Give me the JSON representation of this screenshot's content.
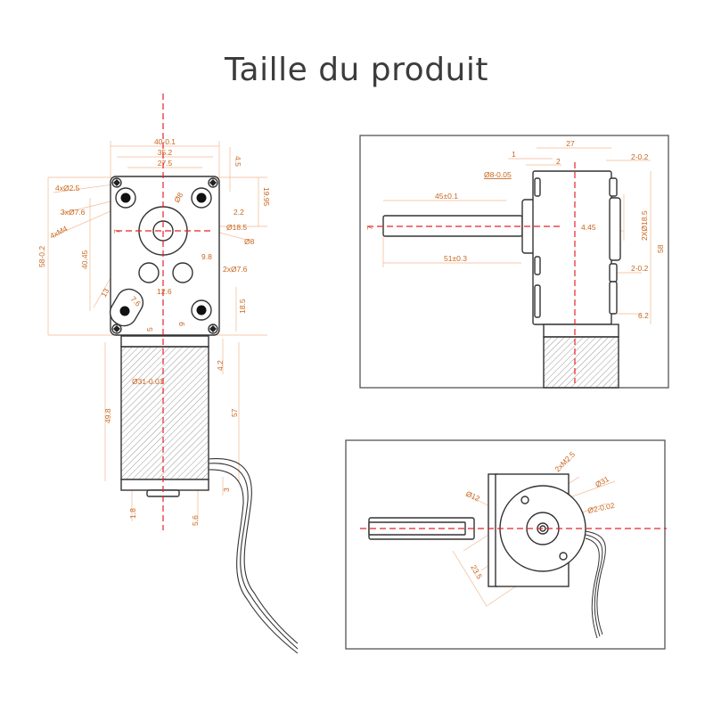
{
  "title": "Taille du produit",
  "colors": {
    "dimension": "#c8661e",
    "dimension_line": "#f0b890",
    "centerline": "#e8202a",
    "outline": "#333333"
  },
  "front_view": {
    "dims": {
      "width_total": "40-0.1",
      "hole_span": "35.2",
      "inner_span": "27.5",
      "top_offset": "4.5",
      "corner_holes": "4xØ2.5",
      "bearing_holes": "3xØ7.6",
      "threads": "4xM4",
      "shaft_dia": "Ø8",
      "flat": "7",
      "offset_2_2": "2.2",
      "height_19_95": "19.95",
      "hub_dia": "Ø18.5",
      "shaft_dia_right": "Ø8",
      "height_total": "58-0.2",
      "height_40_45": "40.45",
      "spacing_9_8": "9.8",
      "two_holes": "2xØ7.6",
      "angle_13": "13",
      "slot_7_6": "7.6",
      "spacing_12_6": "12.6",
      "height_18_5": "18.5",
      "bottom_5": "5",
      "bottom_9": "9",
      "motor_dia": "Ø31-0.01",
      "motor_len": "49.8",
      "offset_4_2": "4.2",
      "total_57": "57",
      "cap_3": "3",
      "boss_1_8": "1.8",
      "boss_5_6": "5.6"
    }
  },
  "side_view": {
    "dims": {
      "width_27": "27",
      "d_1": "1",
      "d_2": "2",
      "d_2_02_top": "2-0.2",
      "shaft_dia": "Ø8-0.05",
      "shaft_45": "45±0.1",
      "flat_7": "7",
      "offset_4_45": "4.45",
      "hub_2x": "2XØ18.5",
      "height_58": "58",
      "shaft_51": "51±0.3",
      "d_2_02_mid": "2-0.2",
      "d_6_2": "6.2"
    }
  },
  "rear_view": {
    "dims": {
      "screws": "2xM2.5",
      "boss_dia": "Ø12",
      "body_dia": "Ø31",
      "pin_dia": "Ø2-0.02",
      "spacing_23_5": "23.5"
    }
  }
}
